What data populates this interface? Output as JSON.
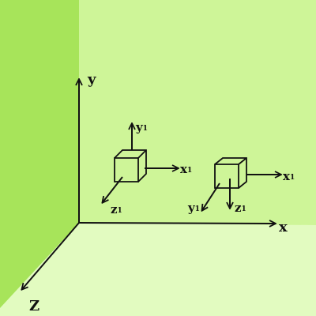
{
  "colors": {
    "left_wall": "#a7e45a",
    "back_wall": "#cef598",
    "floor": "#e2fbc0",
    "ink": "#111111"
  },
  "world_axes": {
    "x": "x",
    "y": "y",
    "z": "Z"
  },
  "cube_a": {
    "x_label": "x",
    "x_sub": "1",
    "y_label": "y",
    "y_sub": "1",
    "z_label": "z",
    "z_sub": "1"
  },
  "cube_b": {
    "x_label": "x",
    "x_sub": "1",
    "y_label": "y",
    "y_sub": "1",
    "z_label": "z",
    "z_sub": "1"
  }
}
